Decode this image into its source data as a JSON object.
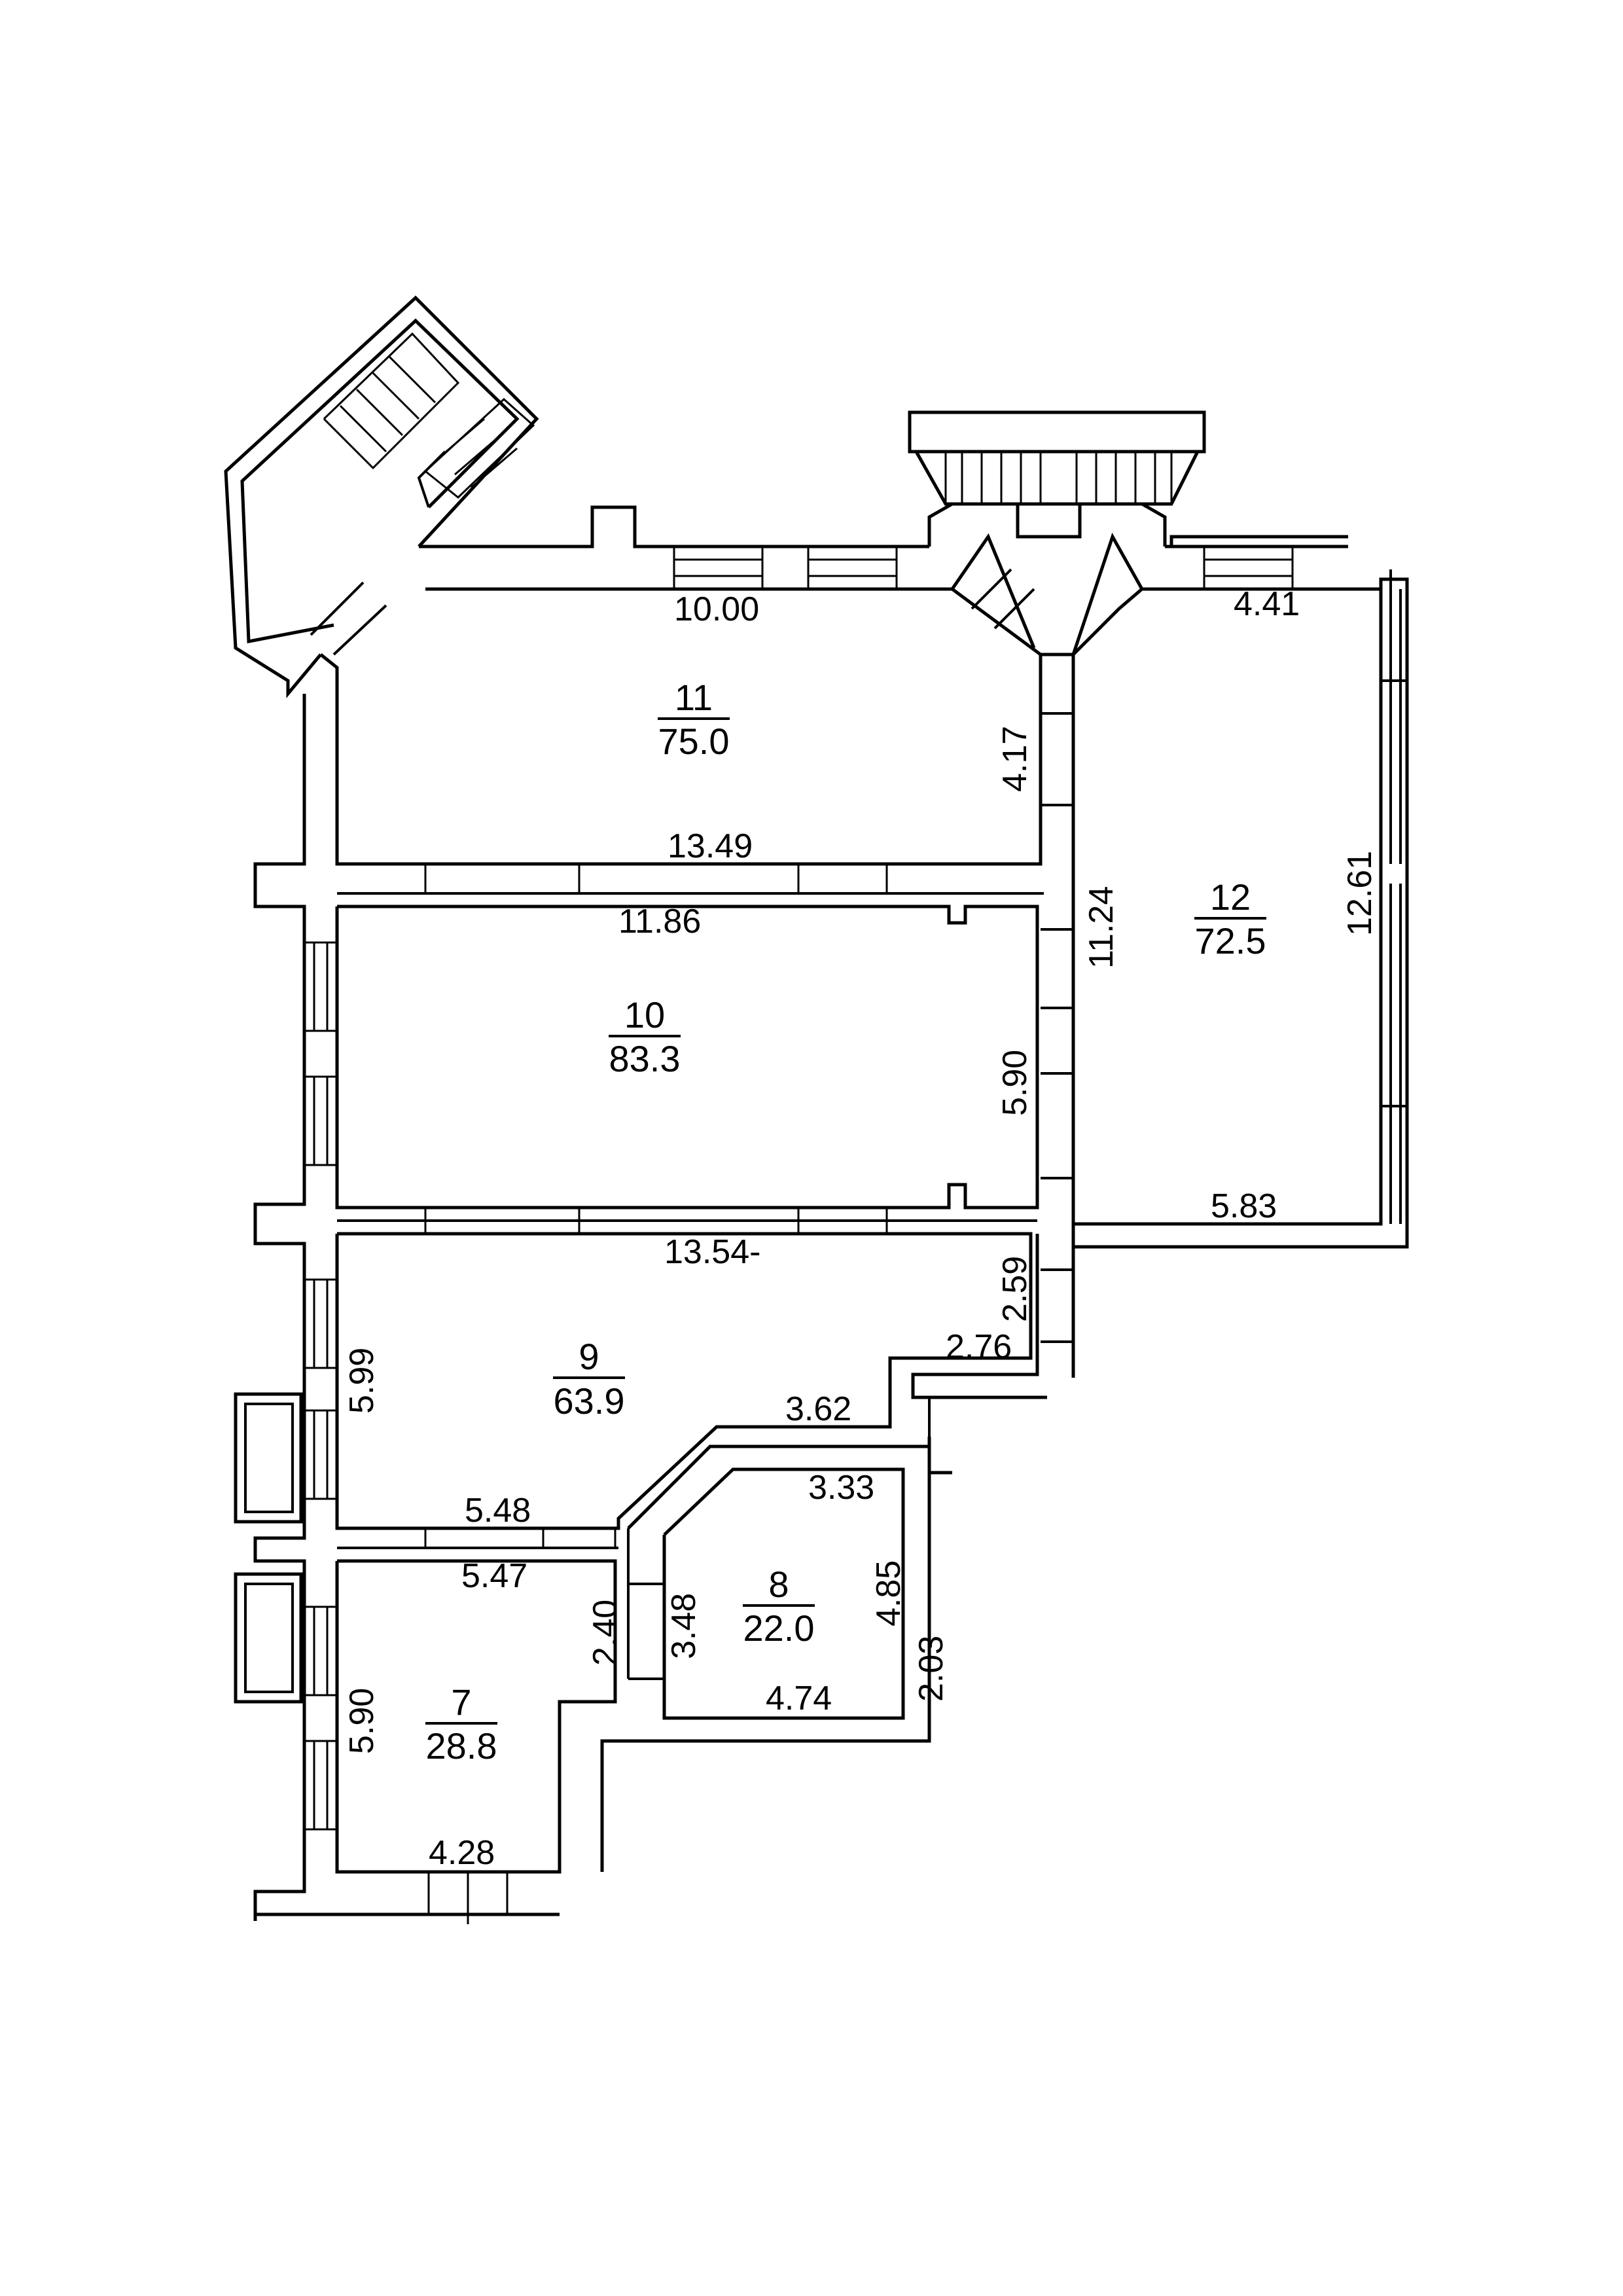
{
  "rooms": [
    {
      "id": "11",
      "number": "11",
      "area": "75.0"
    },
    {
      "id": "12",
      "number": "12",
      "area": "72.5"
    },
    {
      "id": "10",
      "number": "10",
      "area": "83.3"
    },
    {
      "id": "9",
      "number": "9",
      "area": "63.9"
    },
    {
      "id": "8",
      "number": "8",
      "area": "22.0"
    },
    {
      "id": "7",
      "number": "7",
      "area": "28.8"
    }
  ],
  "dimensions": {
    "d_10_00": "10.00",
    "d_4_41": "4.41",
    "d_4_17": "4.17",
    "d_13_49": "13.49",
    "d_11_86": "11.86",
    "d_11_24": "11.24",
    "d_12_61": "12.61",
    "d_5_90_a": "5.90",
    "d_5_83": "5.83",
    "d_13_54": "13.54-",
    "d_2_59": "2.59",
    "d_2_76": "2.76",
    "d_5_99": "5.99",
    "d_3_62": "3.62",
    "d_3_33": "3.33",
    "d_5_48": "5.48",
    "d_5_47": "5.47",
    "d_2_40": "2.40",
    "d_3_48": "3.48",
    "d_4_85": "4.85",
    "d_2_03": "2.03",
    "d_4_74": "4.74",
    "d_5_90_b": "5.90",
    "d_4_28": "4.28"
  }
}
